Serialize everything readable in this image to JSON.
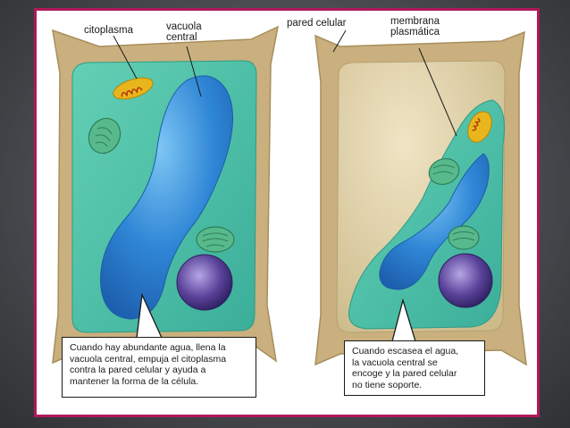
{
  "labels": {
    "cytoplasm": "citoplasma",
    "central_vacuole": "vacuola\ncentral",
    "cell_wall": "pared celular",
    "plasma_membrane": "membrana\nplasmática"
  },
  "captions": {
    "left": "Cuando hay abundante agua, llena la\nvacuola central, empuja el citoplasma\ncontra la pared celular y ayuda a\nmantener la forma de la célula.",
    "right": "Cuando escasea el agua,\nla vacuola central se\nencoge y la pared celular\nno tiene soporte."
  },
  "colors": {
    "frame_border": "#b0185a",
    "cell_wall": "#c9b07e",
    "cytoplasm": "#4fc3a8",
    "vacuole": "#2f86d6",
    "chloroplast": "#57b98c",
    "nucleus": "#6a4fa0",
    "mitochondrion": "#e9b51c",
    "shrunk_space": "#e2d4ae"
  }
}
